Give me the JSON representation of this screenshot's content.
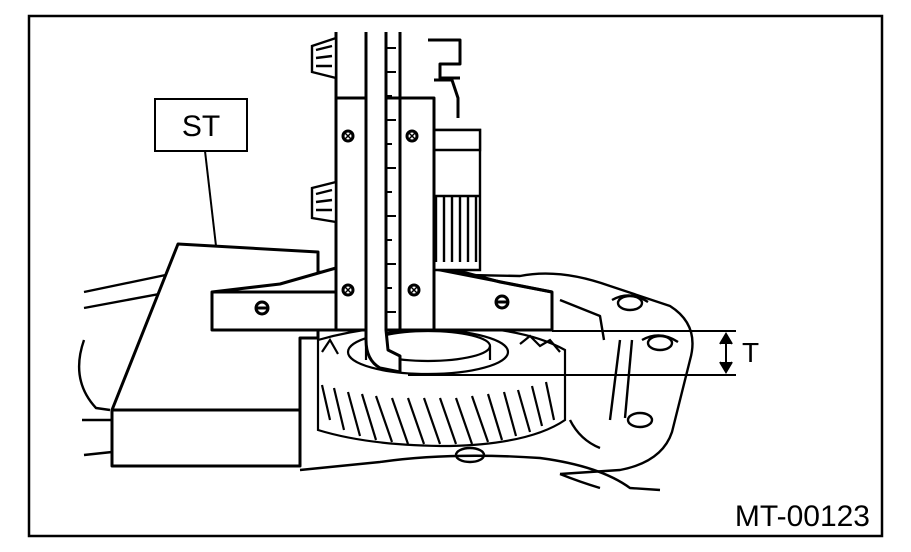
{
  "labels": {
    "tool_label": "ST",
    "dimension_label": "T",
    "figure_id": "MT-00123"
  }
}
